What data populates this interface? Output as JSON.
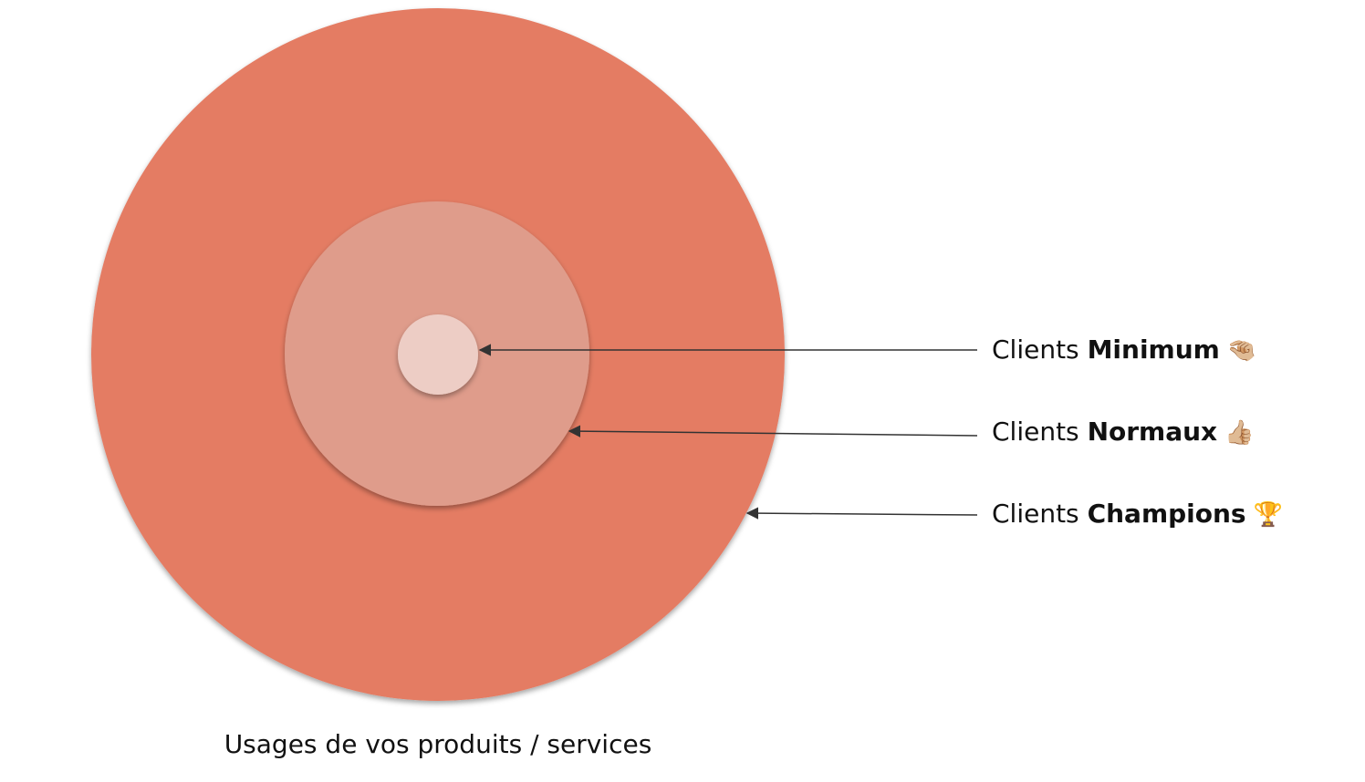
{
  "colors": {
    "outer_circle": "#e47b63",
    "middle_circle": "#df9c8b",
    "inner_circle": "#edcdc5",
    "arrow": "#333333",
    "text": "#111111"
  },
  "labels": [
    {
      "prefix": "Clients",
      "emphasis": "Minimum",
      "emoji": "🤏🏼",
      "icon": "pinching-hand-icon"
    },
    {
      "prefix": "Clients",
      "emphasis": "Normaux",
      "emoji": "👍🏼",
      "icon": "thumbs-up-icon"
    },
    {
      "prefix": "Clients",
      "emphasis": "Champions",
      "emoji": "🏆",
      "icon": "trophy-icon"
    }
  ],
  "caption": "Usages de vos produits / services"
}
